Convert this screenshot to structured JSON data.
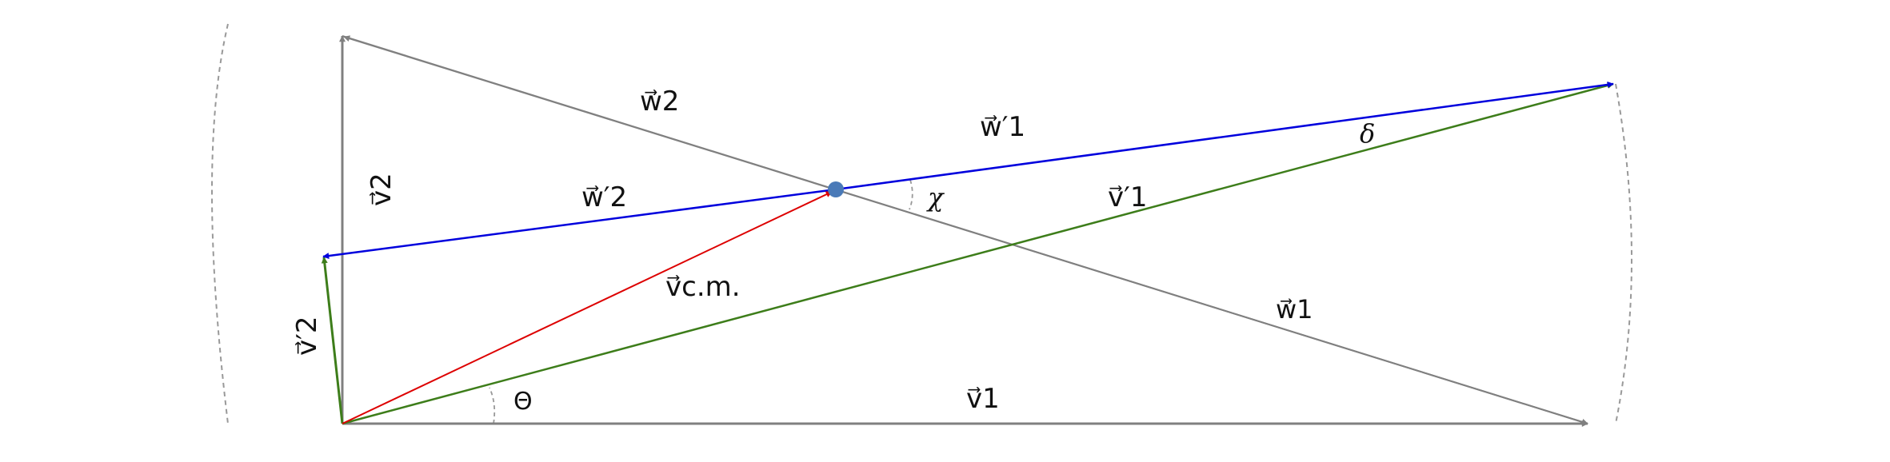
{
  "colors": {
    "gray": "#808080",
    "blue": "#0000dd",
    "green": "#3d7d1a",
    "red": "#dd0000",
    "center_dot": "#4a7ab8",
    "arc": "#999999"
  },
  "labels": {
    "v1": "v⃗1",
    "v2": "v⃗2",
    "w1": "w⃗1",
    "w2": "w⃗2",
    "w1p": "w⃗′1",
    "w2p": "w⃗′2",
    "v1p": "v⃗′1",
    "v2p": "v⃗′2",
    "vcm": "v⃗c.m.",
    "theta": "Θ",
    "chi": "χ",
    "delta": "δ"
  }
}
